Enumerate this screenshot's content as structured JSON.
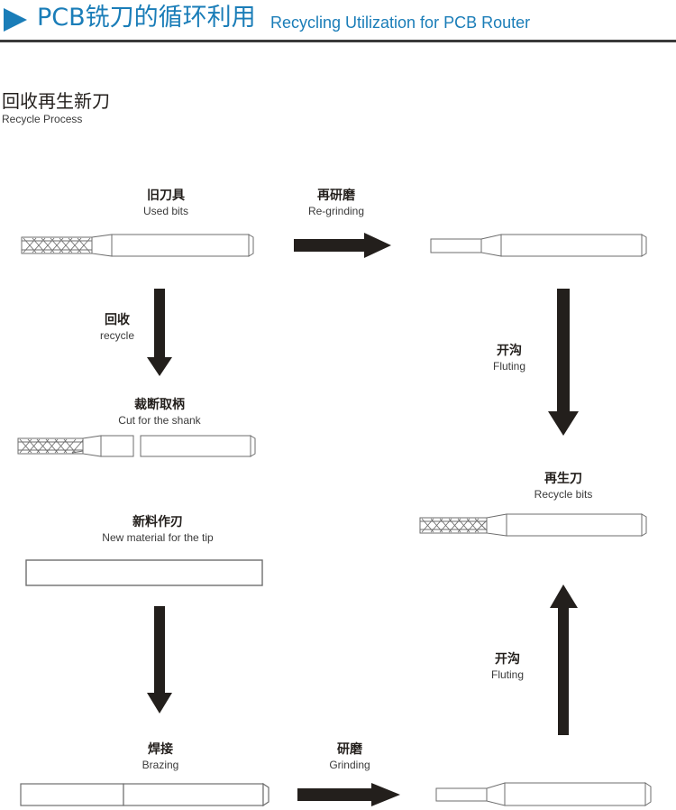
{
  "header": {
    "triangle_icon": "triangle-right-icon",
    "title_cn": "PCB铣刀的循环利用",
    "title_en": "Recycling Utilization for PCB Router",
    "accent_color": "#1a7db8",
    "rule_color": "#3a3a3a"
  },
  "section": {
    "title_cn": "回收再生新刀",
    "title_en": "Recycle Process"
  },
  "steps": {
    "used_bits": {
      "cn": "旧刀具",
      "en": "Used bits"
    },
    "regrinding": {
      "cn": "再研磨",
      "en": "Re-grinding"
    },
    "recycle": {
      "cn": "回收",
      "en": "recycle"
    },
    "cut_shank": {
      "cn": "裁断取柄",
      "en": "Cut for the shank"
    },
    "new_material": {
      "cn": "新料作刃",
      "en": "New material for the tip"
    },
    "fluting_upper": {
      "cn": "开沟",
      "en": "Fluting"
    },
    "recycle_bits": {
      "cn": "再生刀",
      "en": "Recycle bits"
    },
    "fluting_lower": {
      "cn": "开沟",
      "en": "Fluting"
    },
    "brazing": {
      "cn": "焊接",
      "en": "Brazing"
    },
    "grinding": {
      "cn": "研磨",
      "en": "Grinding"
    }
  },
  "colors": {
    "arrow": "#231f1c",
    "outline": "#6e6e6e",
    "fill": "#ffffff",
    "text": "#231f1c",
    "text_secondary": "#3a3a3a"
  }
}
